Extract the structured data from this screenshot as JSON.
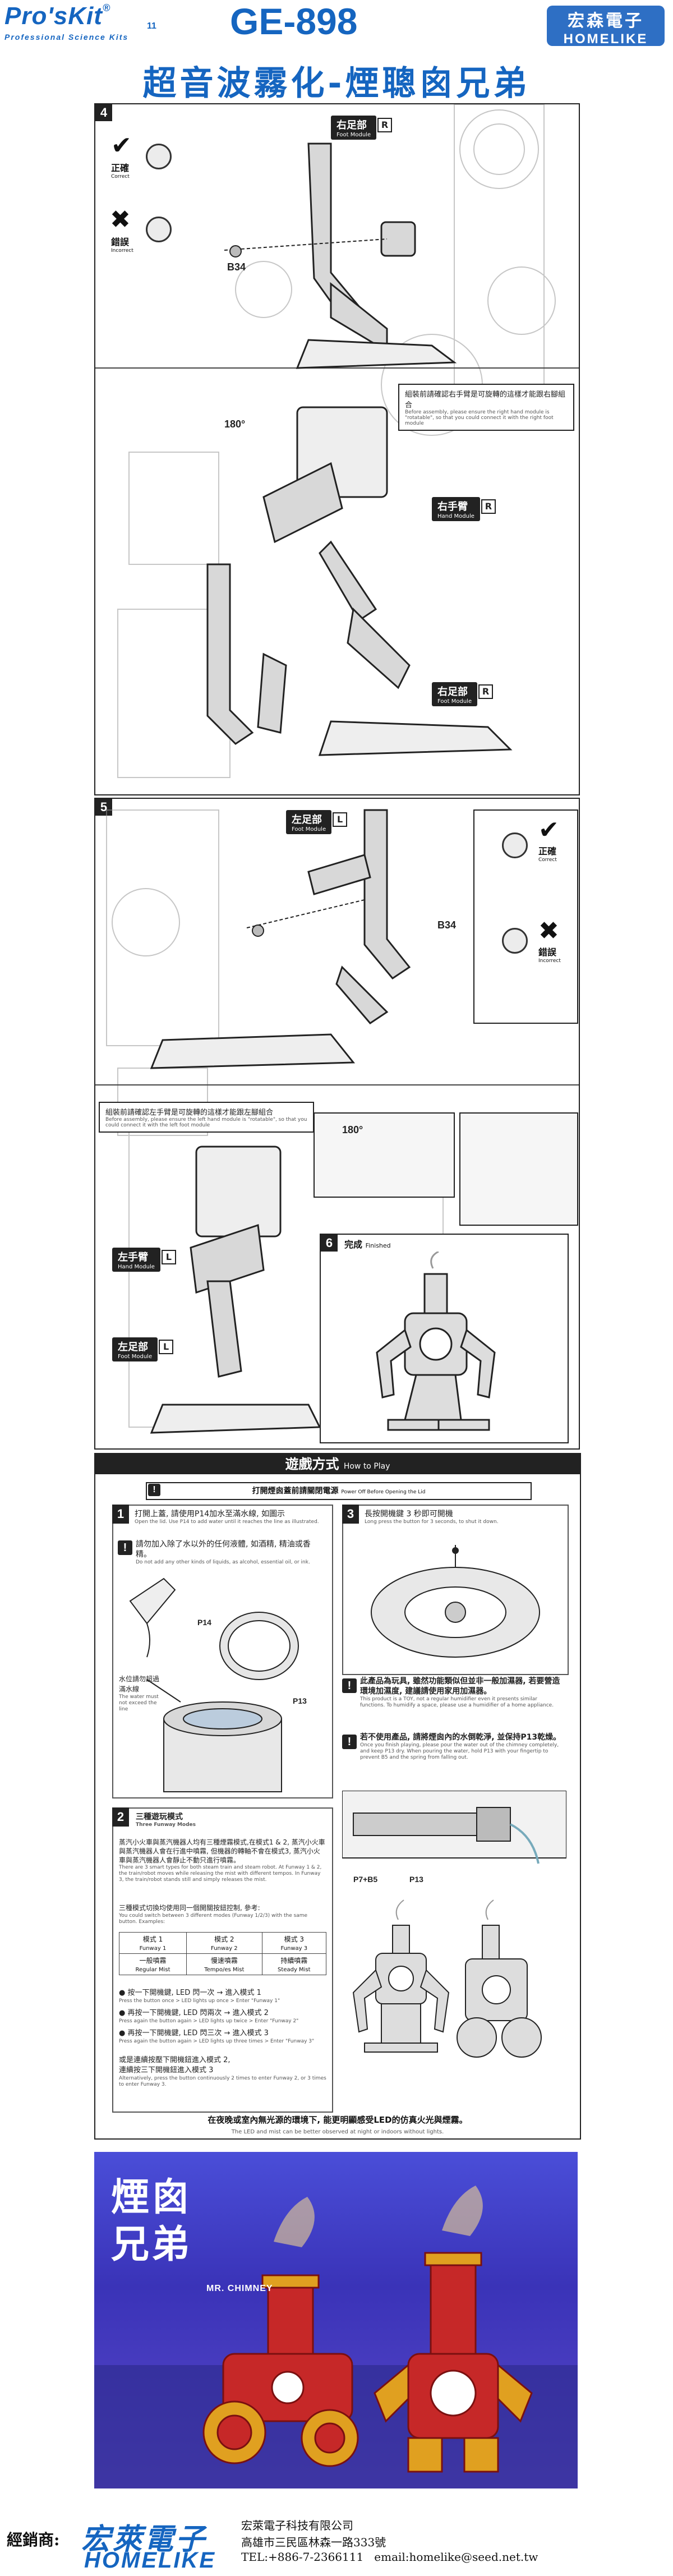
{
  "header": {
    "logo": "Pro'sKit",
    "logo_mark": "®",
    "logo_number": "11",
    "logo_subtitle": "Professional Science Kits",
    "model": "GE-898",
    "brand_cn": "宏森電子",
    "brand_en": "HOMELIKE",
    "title": "超音波霧化-煙聰囪兄弟"
  },
  "step4": {
    "number": "4",
    "right_foot_label": "右足部",
    "right_foot_en": "Foot Module",
    "right_foot_side": "R",
    "correct_label": "正確",
    "correct_en": "Correct",
    "incorrect_label": "錯誤",
    "incorrect_en": "Incorrect",
    "screw": "B34",
    "rotation": "180°",
    "note": "組裝前請確認右手臂是可旋轉的這樣才能跟右腳組合",
    "note_en": "Before assembly, please ensure the right hand module is \"rotatable\", so that you could connect it with the right foot module",
    "hand_label": "右手臂",
    "hand_en": "Hand Module",
    "hand_side": "R",
    "foot2_label": "右足部",
    "foot2_en": "Foot Module",
    "foot2_side": "R"
  },
  "step5": {
    "number": "5",
    "left_foot_label": "左足部",
    "left_foot_en": "Foot Module",
    "left_foot_side": "L",
    "correct_label": "正確",
    "correct_en": "Correct",
    "incorrect_label": "錯誤",
    "incorrect_en": "Incorrect",
    "screw": "B34",
    "note": "組裝前請確認左手臂是可旋轉的這樣才能跟左腳組合",
    "note_en": "Before assembly, please ensure the left hand module is \"rotatable\", so that you could connect it with the left foot module",
    "rotation": "180°",
    "hand_label": "左手臂",
    "hand_en": "Hand Module",
    "hand_side": "L",
    "foot2_label": "左足部",
    "foot2_en": "Foot Module",
    "foot2_side": "L"
  },
  "step6": {
    "number": "6",
    "label": "完成",
    "label_en": "Finished"
  },
  "how_to_play": {
    "title": "遊戲方式",
    "title_en": "How to Play",
    "subheader": "打開煙囪蓋前請關閉電源",
    "subheader_en": "Power Off Before Opening the Lid",
    "box1": {
      "num": "1",
      "text": "打開上蓋, 請使用P14加水至滿水線, 如圖示",
      "text_en": "Open the lid. Use P14 to add water until it reaches the line as illustrated.",
      "warn": "請勿加入除了水以外的任何液體, 如酒精, 精油或香精。",
      "warn_en": "Do not add any other kinds of liquids, as alcohol, essential oil, or ink.",
      "p14": "P14",
      "p13": "P13",
      "water_line": "水位請勿超過滿水線",
      "water_line_en": "The water must not exceed the line"
    },
    "box3": {
      "num": "3",
      "text": "長按開機鍵 3 秒即可開機",
      "text_en": "Long press the button for 3 seconds, to shut it down.",
      "warn1": "此產品為玩具, 雖然功能類似但並非一般加濕器, 若要營造環境加濕度, 建議請使用家用加濕器。",
      "warn1_en": "This product is a TOY, not a regular humidifier even it presents similar functions. To humidify a space, please use a humidifier of a home appliance.",
      "warn2": "若不使用產品, 請將煙囪內的水倒乾淨, 並保持P13乾燥。",
      "warn2_en": "Once you finish playing, please pour the water out of the chimney completely, and keep P13 dry. When pouring the water, hold P13 with your fingertip to prevent B5 and the spring from falling out.",
      "parts1": "P7+B5",
      "parts2": "P13"
    },
    "box2": {
      "num": "2",
      "title": "三種遊玩模式",
      "title_en": "Three Funway Modes",
      "desc": "蒸汽小火車與蒸汽機器人均有三種煙霧模式,在模式1 & 2, 蒸汽小火車與蒸汽機器人會在行進中噴霧, 但機器的轉軸不會在模式3, 蒸汽小火車與蒸汽機器人會靜止不動只進行噴霧。",
      "desc_en": "There are 3 smart types for both steam train and steam robot. At Funway 1 & 2, the train/robot moves while releasing the mist with different tempos. In Funway 3, the train/robot stands still and simply releases the mist.",
      "switch_text": "三種模式切換均使用同一個開關按鈕控制, 參考:",
      "switch_en": "You could switch between 3 different modes (Funway 1/2/3) with the same button.",
      "examples": "Examples:",
      "modes": [
        {
          "name": "模式 1",
          "en": "Funway 1",
          "desc": "一般噴霧",
          "desc_en": "Regular Mist"
        },
        {
          "name": "模式 2",
          "en": "Funway 2",
          "desc": "慢速噴霧",
          "desc_en": "Tempo/es Mist"
        },
        {
          "name": "模式 3",
          "en": "Funway 3",
          "desc": "持續噴霧",
          "desc_en": "Steady Mist"
        }
      ],
      "press1": "按一下開機鍵, LED 閃一次 → 進入模式 1",
      "press1_en": "Press the button once > LED lights up once > Enter \"Funway 1\"",
      "press2": "再按一下開機鍵, LED 閃兩次 → 進入模式 2",
      "press2_en": "Press again the button again > LED lights up twice > Enter \"Funway 2\"",
      "press3": "再按一下開機鍵, LED 閃三次 → 進入模式 3",
      "press3_en": "Press again the button again > LED lights up three times > Enter \"Funway 3\"",
      "cont1": "或是連續按壓下開機鈕進入模式 2,",
      "cont2": "連續按三下開機鈕進入模式 3",
      "cont_en": "Alternatively, press the button continuously 2 times to enter Funway 2, or 3 times to enter Funway 3."
    },
    "footer_note": "在夜晚或室內無光源的環境下, 能更明顯感受LED的仿真火光與煙霧。",
    "footer_note_en": "The LED and mist can be better observed at night or indoors without lights."
  },
  "banner": {
    "title_line1": "煙囪",
    "title_line2": "兄弟",
    "subtitle": "MR. CHIMNEY"
  },
  "footer": {
    "distributor": "經銷商:",
    "logo_cn": "宏萊電子",
    "logo_en": "HOMELIKE",
    "company": "宏萊電子科技有限公司",
    "address": "高雄市三民區林森一路333號",
    "tel": "TEL:+886-7-2366111",
    "email": "email:homelike@seed.net.tw"
  },
  "colors": {
    "brand_blue": "#1565c0",
    "panel_border": "#222222",
    "banner_purple": "#3a33b8",
    "robot_red": "#c62828",
    "robot_gold": "#e0a020"
  }
}
